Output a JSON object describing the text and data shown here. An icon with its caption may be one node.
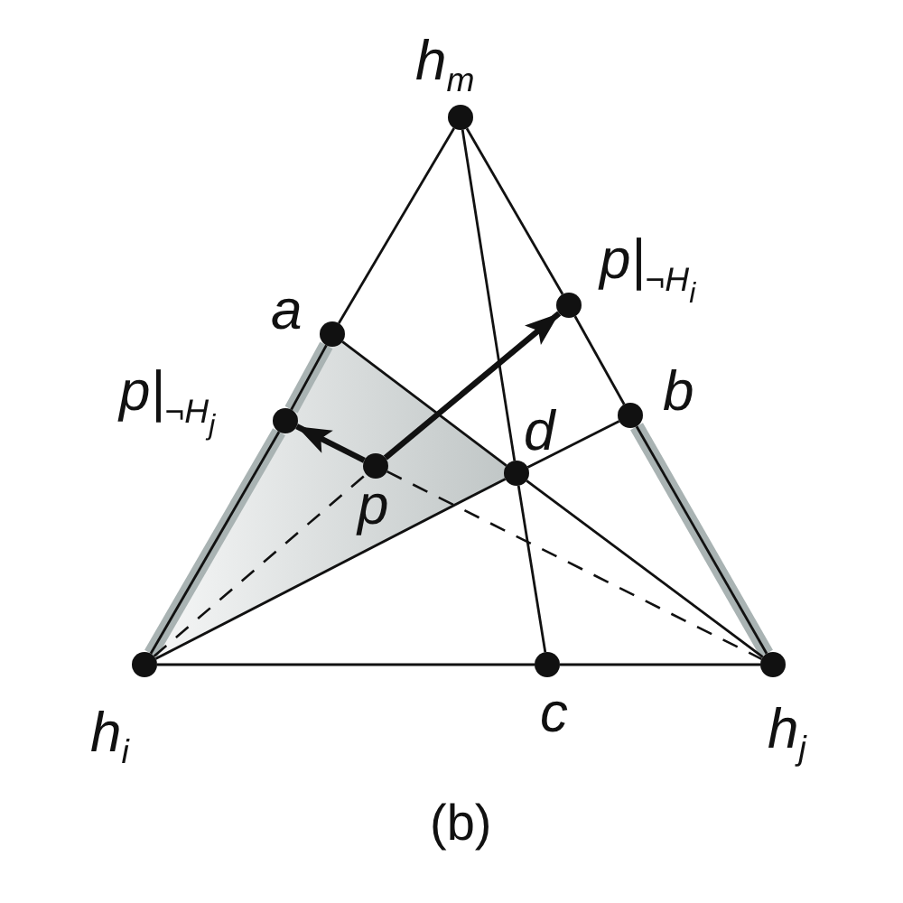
{
  "diagram": {
    "caption": "(b)",
    "nodes": [
      {
        "text": [],
        "shape": "circle",
        "beside": [
          "h$_{m}$"
        ]
      },
      {
        "text": [],
        "shape": "circle",
        "beside": [
          "p|$_{¬H}$$_{i}$"
        ]
      },
      {
        "text": [],
        "shape": "circle",
        "beside": [
          "a"
        ]
      },
      {
        "text": [],
        "shape": "circle",
        "beside": [
          "p|$_{¬H}$$_{j}$"
        ]
      },
      {
        "text": [],
        "shape": "circle",
        "beside": [
          "b"
        ]
      },
      {
        "text": [],
        "shape": "circle",
        "beside": [
          "d"
        ]
      },
      {
        "text": [],
        "shape": "circle",
        "beside": [
          "p"
        ]
      },
      {
        "text": [],
        "shape": "circle",
        "beside": [
          "h$_{i}$"
        ]
      },
      {
        "text": [],
        "shape": "circle",
        "beside": [
          "c"
        ]
      },
      {
        "text": [],
        "shape": "circle",
        "beside": [
          "h$_{j}$"
        ]
      }
    ],
    "edges": [
      {
        "from": 0,
        "to": 2,
        "arrow": "none"
      },
      {
        "from": 2,
        "to": 3,
        "arrow": "none"
      },
      {
        "from": 3,
        "to": 7,
        "arrow": "none"
      },
      {
        "from": 0,
        "to": 1,
        "arrow": "none"
      },
      {
        "from": 1,
        "to": 4,
        "arrow": "none"
      },
      {
        "from": 4,
        "to": 9,
        "arrow": "none"
      },
      {
        "from": 7,
        "to": 8,
        "arrow": "none"
      },
      {
        "from": 8,
        "to": 9,
        "arrow": "none"
      },
      {
        "from": 0,
        "to": 5,
        "arrow": "none"
      },
      {
        "from": 5,
        "to": 8,
        "arrow": "none"
      },
      {
        "from": 2,
        "to": 5,
        "arrow": "none"
      },
      {
        "from": 5,
        "to": 9,
        "arrow": "none"
      },
      {
        "from": 4,
        "to": 5,
        "arrow": "none"
      },
      {
        "from": 5,
        "to": 7,
        "arrow": "none"
      },
      {
        "from": 7,
        "to": 6,
        "arrow": "none",
        "style": "dashed"
      },
      {
        "from": 6,
        "to": 9,
        "arrow": "none",
        "style": "dashed"
      },
      {
        "from": 6,
        "to": 1,
        "arrow": "to",
        "style": "thick"
      },
      {
        "from": 6,
        "to": 3,
        "arrow": "to",
        "style": "thick"
      },
      {
        "from": 7,
        "to": 3,
        "arrow": "none",
        "style": "thick",
        "color": "#a9b3b3"
      },
      {
        "from": 3,
        "to": 2,
        "arrow": "none",
        "style": "thick",
        "color": "#a9b3b3"
      },
      {
        "from": 4,
        "to": 9,
        "arrow": "none",
        "style": "thick",
        "color": "#a9b3b3"
      }
    ]
  }
}
